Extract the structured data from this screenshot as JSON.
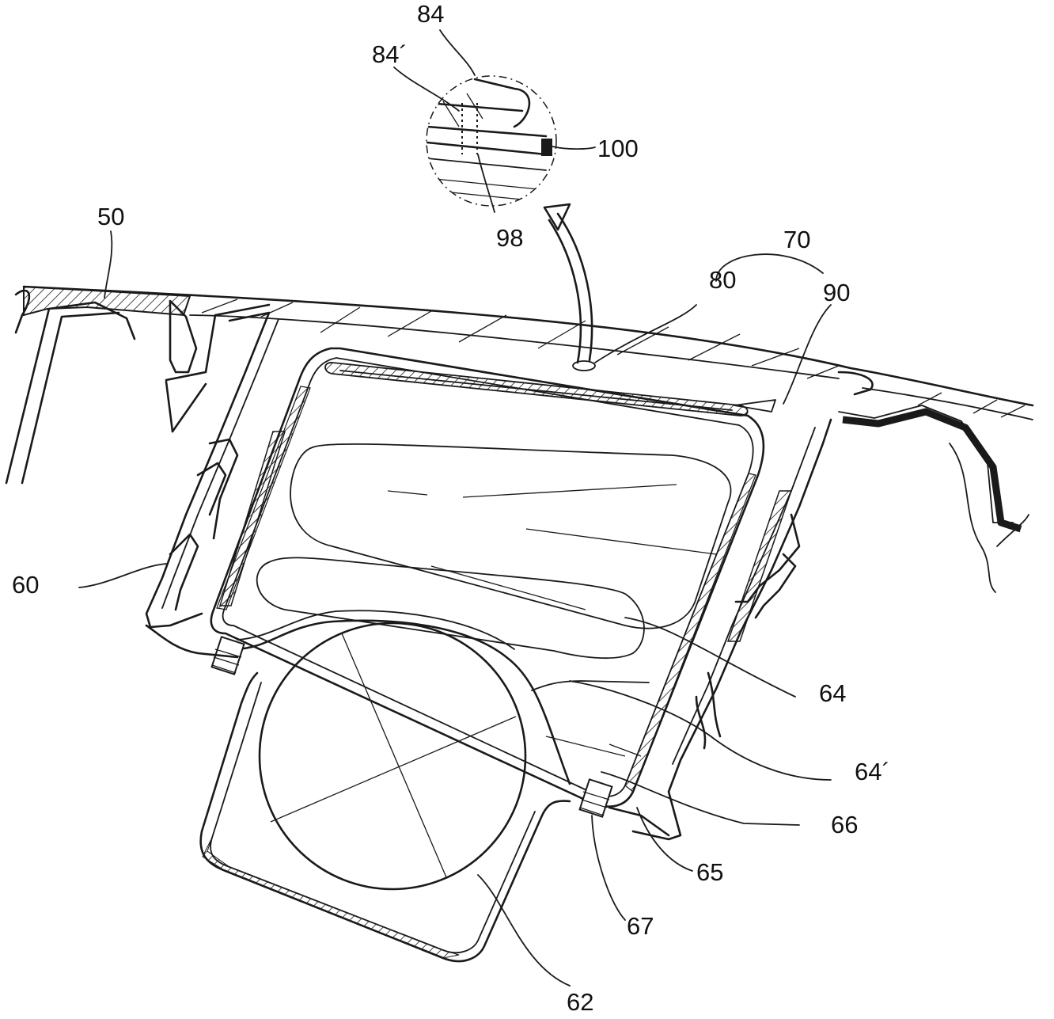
{
  "labels": {
    "n84": "84",
    "n84p": "84´",
    "n100": "100",
    "n98": "98",
    "n50": "50",
    "n70": "70",
    "n80": "80",
    "n90": "90",
    "n60": "60",
    "n64": "64",
    "n64p": "64´",
    "n66": "66",
    "n65": "65",
    "n67": "67",
    "n62": "62"
  }
}
